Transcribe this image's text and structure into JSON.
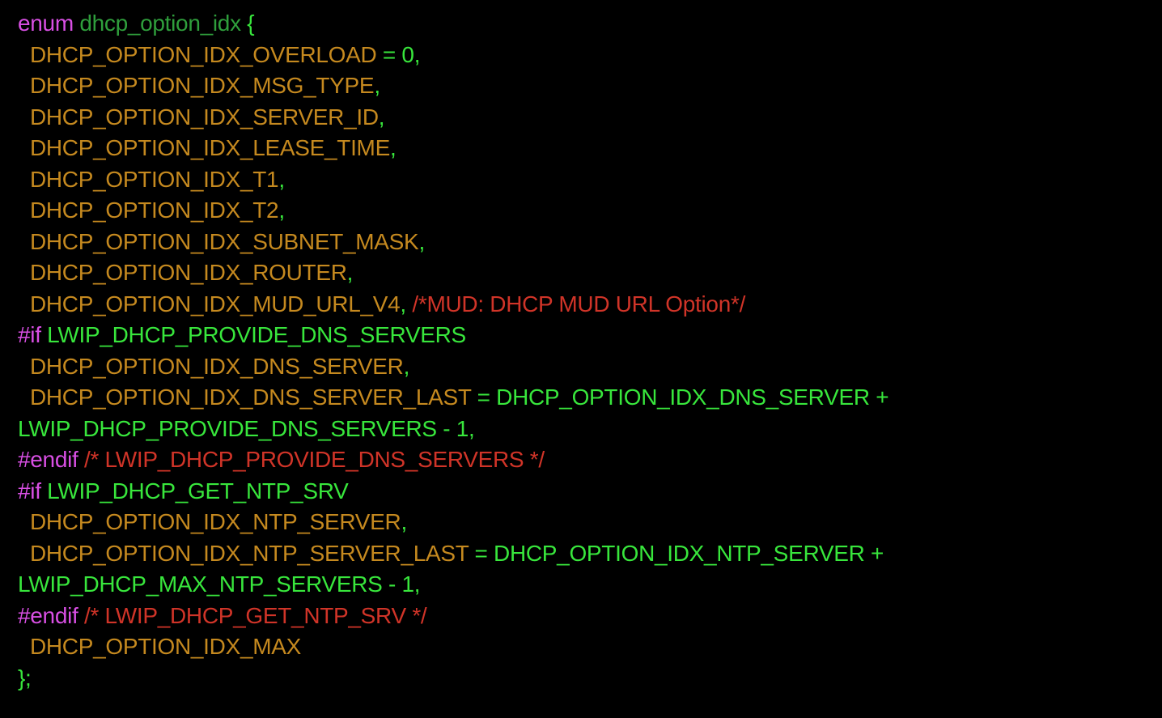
{
  "page": {
    "background": "#000000"
  },
  "palette": {
    "keyword": "#d94fe4",
    "name": "#2f9e3c",
    "identifier": "#c5891f",
    "value": "#38e63c",
    "comment": "#d03428"
  },
  "code": {
    "language": "c",
    "lines": [
      {
        "segments": [
          {
            "t": "enum ",
            "c": "keyword"
          },
          {
            "t": "dhcp_option_idx ",
            "c": "name"
          },
          {
            "t": "{",
            "c": "value"
          }
        ]
      },
      {
        "segments": [
          {
            "t": "  DHCP_OPTION_IDX_OVERLOAD ",
            "c": "identifier"
          },
          {
            "t": "= 0,",
            "c": "value"
          }
        ]
      },
      {
        "segments": [
          {
            "t": "  DHCP_OPTION_IDX_MSG_TYPE",
            "c": "identifier"
          },
          {
            "t": ",",
            "c": "value"
          }
        ]
      },
      {
        "segments": [
          {
            "t": "  DHCP_OPTION_IDX_SERVER_ID",
            "c": "identifier"
          },
          {
            "t": ",",
            "c": "value"
          }
        ]
      },
      {
        "segments": [
          {
            "t": "  DHCP_OPTION_IDX_LEASE_TIME",
            "c": "identifier"
          },
          {
            "t": ",",
            "c": "value"
          }
        ]
      },
      {
        "segments": [
          {
            "t": "  DHCP_OPTION_IDX_T1",
            "c": "identifier"
          },
          {
            "t": ",",
            "c": "value"
          }
        ]
      },
      {
        "segments": [
          {
            "t": "  DHCP_OPTION_IDX_T2",
            "c": "identifier"
          },
          {
            "t": ",",
            "c": "value"
          }
        ]
      },
      {
        "segments": [
          {
            "t": "  DHCP_OPTION_IDX_SUBNET_MASK",
            "c": "identifier"
          },
          {
            "t": ",",
            "c": "value"
          }
        ]
      },
      {
        "segments": [
          {
            "t": "  DHCP_OPTION_IDX_ROUTER",
            "c": "identifier"
          },
          {
            "t": ",",
            "c": "value"
          }
        ]
      },
      {
        "segments": [
          {
            "t": "  DHCP_OPTION_IDX_MUD_URL_V4",
            "c": "identifier"
          },
          {
            "t": ", ",
            "c": "value"
          },
          {
            "t": "/*MUD: DHCP MUD URL Option*/",
            "c": "comment"
          }
        ]
      },
      {
        "segments": [
          {
            "t": "#if ",
            "c": "keyword"
          },
          {
            "t": "LWIP_DHCP_PROVIDE_DNS_SERVERS",
            "c": "value"
          }
        ]
      },
      {
        "segments": [
          {
            "t": "  DHCP_OPTION_IDX_DNS_SERVER",
            "c": "identifier"
          },
          {
            "t": ",",
            "c": "value"
          }
        ]
      },
      {
        "segments": [
          {
            "t": "  DHCP_OPTION_IDX_DNS_SERVER_LAST ",
            "c": "identifier"
          },
          {
            "t": "= DHCP_OPTION_IDX_DNS_SERVER +",
            "c": "value"
          }
        ]
      },
      {
        "segments": [
          {
            "t": "LWIP_DHCP_PROVIDE_DNS_SERVERS - 1,",
            "c": "value"
          }
        ]
      },
      {
        "segments": [
          {
            "t": "#endif ",
            "c": "keyword"
          },
          {
            "t": "/* LWIP_DHCP_PROVIDE_DNS_SERVERS */",
            "c": "comment"
          }
        ]
      },
      {
        "segments": [
          {
            "t": "#if ",
            "c": "keyword"
          },
          {
            "t": "LWIP_DHCP_GET_NTP_SRV",
            "c": "value"
          }
        ]
      },
      {
        "segments": [
          {
            "t": "  DHCP_OPTION_IDX_NTP_SERVER",
            "c": "identifier"
          },
          {
            "t": ",",
            "c": "value"
          }
        ]
      },
      {
        "segments": [
          {
            "t": "  DHCP_OPTION_IDX_NTP_SERVER_LAST ",
            "c": "identifier"
          },
          {
            "t": "= DHCP_OPTION_IDX_NTP_SERVER +",
            "c": "value"
          }
        ]
      },
      {
        "segments": [
          {
            "t": "LWIP_DHCP_MAX_NTP_SERVERS - 1,",
            "c": "value"
          }
        ]
      },
      {
        "segments": [
          {
            "t": "#endif ",
            "c": "keyword"
          },
          {
            "t": "/* LWIP_DHCP_GET_NTP_SRV */",
            "c": "comment"
          }
        ]
      },
      {
        "segments": [
          {
            "t": "  DHCP_OPTION_IDX_MAX",
            "c": "identifier"
          }
        ]
      },
      {
        "segments": [
          {
            "t": "};",
            "c": "value"
          }
        ]
      }
    ]
  }
}
